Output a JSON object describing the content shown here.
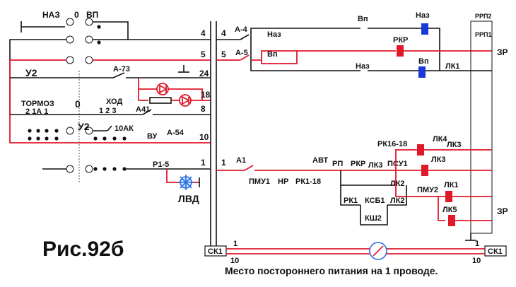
{
  "figure_title": "Рис.92б",
  "caption": "Место постороннего питания на 1 проводе.",
  "left_panel": {
    "switch_labels": {
      "naz": "НАЗ",
      "zero": "0",
      "vp": "ВП"
    },
    "u2_top": "У2",
    "u2_mid": "У2",
    "tormoz": "ТОРМОЗ",
    "tormoz_positions": "2 1А 1",
    "zero_pos": "0",
    "hod": "ХОД",
    "hod_positions": "1 2 3",
    "a73": "А-73",
    "a41": "А41",
    "ak10": "10АК",
    "vu": "ВУ",
    "a54": "А-54",
    "p15": "Р1-5",
    "lvd": "ЛВД"
  },
  "wires": {
    "w4": "4",
    "w5": "5",
    "w24": "24",
    "w18": "18",
    "w8": "8",
    "w10": "10",
    "w1": "1"
  },
  "right_panel": {
    "w4": "4",
    "w5": "5",
    "w1": "1",
    "a4": "А-4",
    "a5": "А-5",
    "a1": "А1",
    "naz1": "Наз",
    "vp1": "Вп",
    "vp_top": "Вп",
    "naz_coil": "Наз",
    "rkr_coil": "РКР",
    "naz2": "Наз",
    "vp_coil": "Вп",
    "lk1_top": "ЛК1",
    "rrp2": "РРП2",
    "rrp1": "РРП1",
    "zr_top": "ЗР",
    "zr_bottom": "ЗР",
    "pmu1": "ПМУ1",
    "nr": "НР",
    "rk118": "РК1-18",
    "avt": "АВТ",
    "rp": "РП",
    "rkr": "РКР",
    "lk3a": "ЛК3",
    "rk1618": "РК16-18",
    "psu1": "ПСУ1",
    "lk2a": "ЛК2",
    "lk4": "ЛК4",
    "lk3coil": "ЛК3",
    "lk3b": "ЛК3",
    "pmu2": "ПМУ2",
    "lk1": "ЛК1",
    "lk5": "ЛК5",
    "rk1": "РК1",
    "ksb1": "КСБ1",
    "lk2b": "ЛК2",
    "ksh2": "КШ2"
  },
  "bottom": {
    "sk1_left": "СК1",
    "sk1_right": "СК1",
    "n1_left": "1",
    "n10_left": "10",
    "n1_right": "1",
    "n10_right": "10"
  },
  "colors": {
    "red_wire": "#e0182a",
    "coil_red": "#e0182a",
    "coil_blue": "#1838d8",
    "lamp_blue": "#2a6fe0"
  }
}
